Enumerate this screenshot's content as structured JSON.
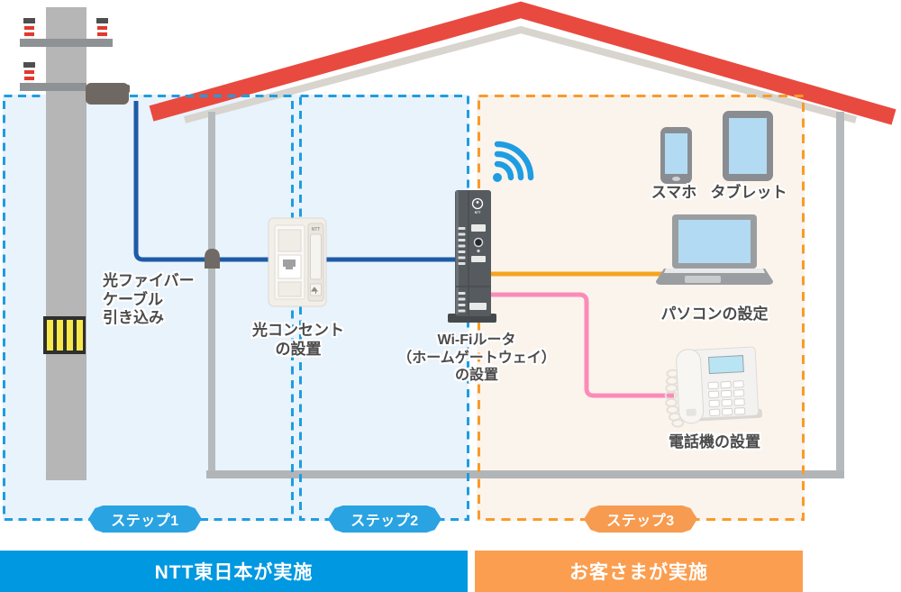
{
  "steps": [
    {
      "label": "ステップ1"
    },
    {
      "label": "ステップ2"
    },
    {
      "label": "ステップ3"
    }
  ],
  "labels": {
    "fiber_pull_in": "光ファイバー\nケーブル\n引き込み",
    "optical_outlet": "光コンセント\nの設置",
    "wifi_router": "Wi-Fiルータ\n（ホームゲートウェイ）\nの設置",
    "smartphone": "スマホ",
    "tablet": "タブレット",
    "pc_setup": "パソコンの設定",
    "phone_setup": "電話機の設置"
  },
  "footer": {
    "ntt": "NTT東日本が実施",
    "customer": "お客さまが実施"
  },
  "equipment": {
    "outlet_brand": "NTT",
    "router_brand": "NTT"
  },
  "colors": {
    "step_blue": "#1f9ce0",
    "step_orange": "#f89b2a",
    "pill_blue": "#29a3e2",
    "pill_orange": "#f79b50",
    "bar_blue": "#0098e0",
    "bar_orange": "#fb9e50",
    "zone_blue_fill": "#e9f3fc",
    "zone_cream_fill": "#fbf4ec",
    "roof_red": "#e84a40",
    "cable_blue": "#1e5ba7",
    "cable_orange": "#f6a41f",
    "cable_pink": "#fb8bb9",
    "wifi_blue": "#1e9de3"
  }
}
